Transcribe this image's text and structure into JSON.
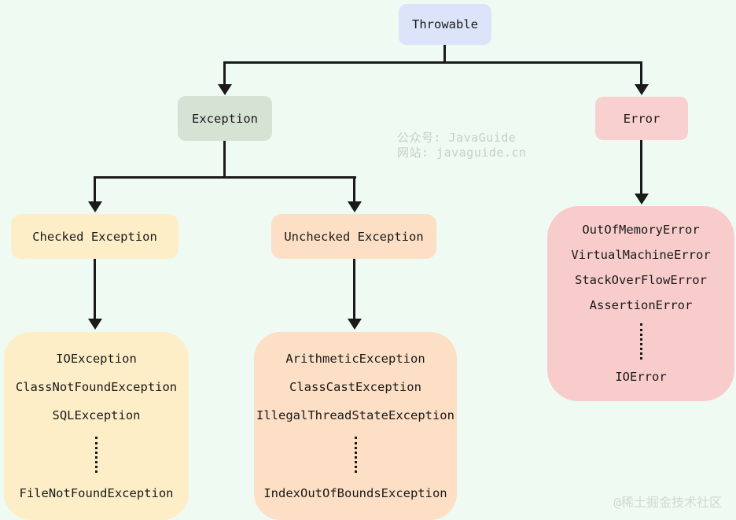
{
  "diagram_title": "Java Throwable exception hierarchy",
  "nodes": {
    "throwable": "Throwable",
    "exception": "Exception",
    "error": "Error",
    "checked": "Checked Exception",
    "unchecked": "Unchecked Exception"
  },
  "lists": {
    "checked": [
      "IOException",
      "ClassNotFoundException",
      "SQLException",
      "⋮",
      "FileNotFoundException"
    ],
    "unchecked": [
      "ArithmeticException",
      "ClassCastException",
      "IllegalThreadStateException",
      "⋮",
      "IndexOutOfBoundsException"
    ],
    "error": [
      "OutOfMemoryError",
      "VirtualMachineError",
      "StackOverFlowError",
      "AssertionError",
      "⋮",
      "IOError"
    ]
  },
  "watermarks": {
    "center_line1": "公众号: JavaGuide",
    "center_line2": "网站: javaguide.cn",
    "bottom_right": "@稀土掘金技术社区"
  },
  "colors": {
    "background": "#eefaf2",
    "throwable_fill": "#dce4f9",
    "exception_fill": "#d6e3d4",
    "error_fill": "#f8d0cf",
    "checked_fill": "#fdeec7",
    "unchecked_fill": "#fcdfc4",
    "error_list_fill": "#f7cccb",
    "line_color": "#1a1a1a",
    "text_color": "#1a1a1a",
    "watermark_color": "#c6cfc8"
  }
}
